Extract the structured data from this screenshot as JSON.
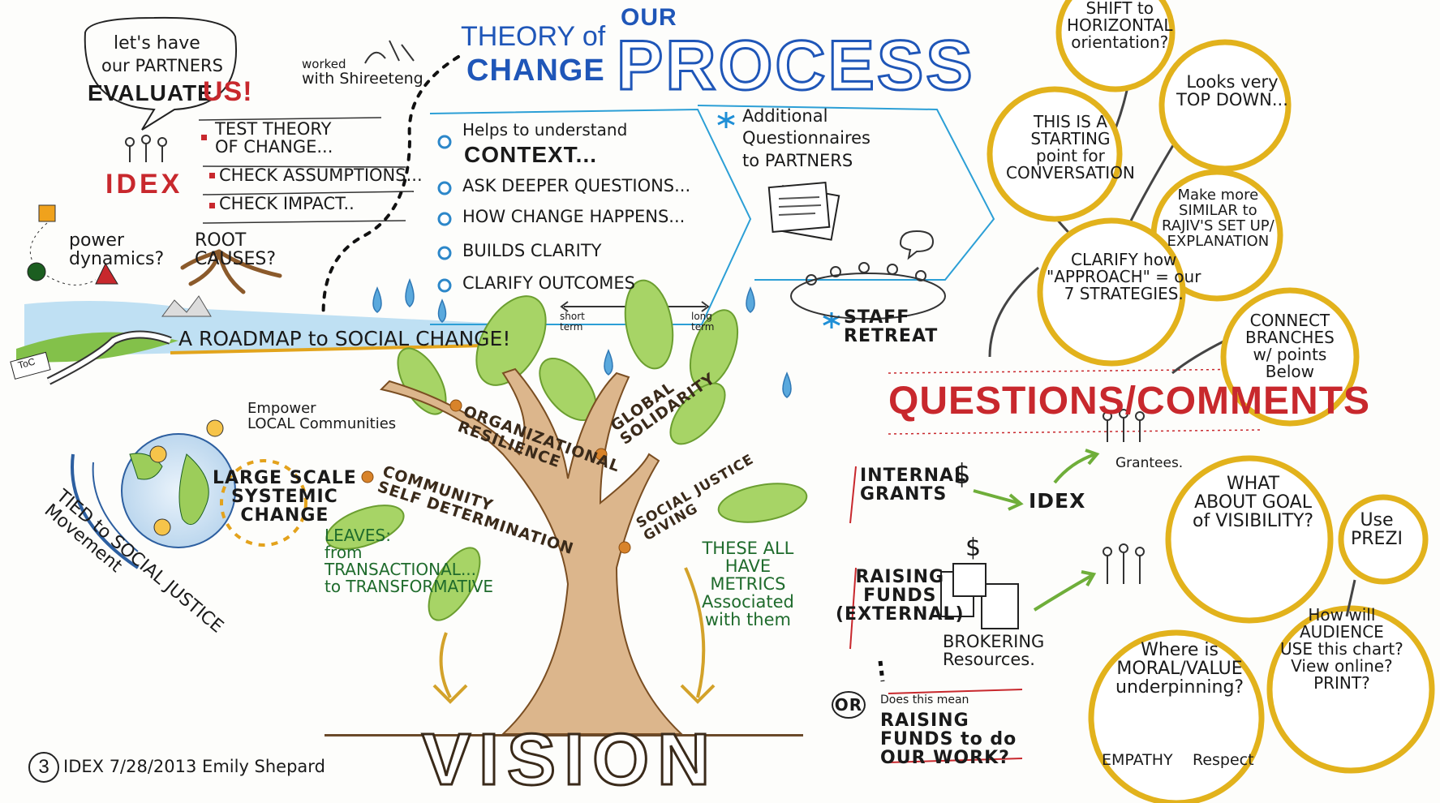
{
  "header": {
    "our": "OUR",
    "process": "PROCESS",
    "theory_of": "THEORY of",
    "change": "CHANGE",
    "worked_with_1": "worked",
    "worked_with_2": "with Shireeteng"
  },
  "evaluate": {
    "bubble_1": "let's have",
    "bubble_2": "our PARTNERS",
    "bubble_3": "EVALUATE",
    "bubble_us": "US!",
    "idex": "IDEX",
    "bullets": [
      "TEST THEORY\nOF CHANGE...",
      "CHECK ASSUMPTIONS...",
      "CHECK IMPACT.."
    ]
  },
  "power": {
    "power": "power\ndynamics?",
    "root": "ROOT\nCAUSES?"
  },
  "roadmap": {
    "label": "A ROADMAP to SOCIAL CHANGE!",
    "sign": "ToC"
  },
  "process_items": [
    {
      "line1": "Helps to understand",
      "line2": "CONTEXT..."
    },
    {
      "line1": "ASK DEEPER QUESTIONS..."
    },
    {
      "line1": "HOW CHANGE HAPPENS..."
    },
    {
      "line1": "BUILDS CLARITY"
    },
    {
      "line1": "CLARIFY OUTCOMES"
    }
  ],
  "timeline": {
    "short": "short\nterm",
    "long": "long\nterm"
  },
  "additional": {
    "text": "Additional\nQuestionnaires\nto PARTNERS"
  },
  "staff": {
    "text": "STAFF\nRETREAT"
  },
  "globe": {
    "empower": "Empower\nLOCAL Communities",
    "large": "LARGE SCALE\nSYSTEMIC\nCHANGE",
    "tied": "TIED to SOCIAL JUSTICE\nMovement"
  },
  "tree": {
    "branches": [
      "ORGANIZATIONAL\nRESILIENCE",
      "GLOBAL\nSOLIDARITY",
      "COMMUNITY\nSELF DETERMINATION",
      "SOCIAL JUSTICE\nGIVING"
    ],
    "leaves": "LEAVES:\nfrom\nTRANSACTIONAL...\nto TRANSFORMATIVE",
    "metrics": "THESE ALL\nHAVE\nMETRICS\nAssociated\nwith them",
    "vision": "VISION"
  },
  "credit": {
    "num": "3",
    "text": "IDEX 7/28/2013 Emily Shepard"
  },
  "questions": {
    "title": "QUESTIONS/COMMENTS",
    "internal": "INTERNAL\nGRANTS",
    "dollar": "$",
    "idex": "IDEX",
    "grantees": "Grantees.",
    "raising": "RAISING\nFUNDS\n(EXTERNAL)",
    "brokering": "BROKERING\nResources.",
    "or": "OR",
    "does": "Does this mean",
    "raising2": "RAISING\nFUNDS to do\nOUR WORK?"
  },
  "bubbles": [
    {
      "text": "SHIFT to\nHORIZONTAL\norientation?"
    },
    {
      "text": "Looks very\nTOP DOWN..."
    },
    {
      "text": "THIS IS A\nSTARTING\npoint for\nCONVERSATION"
    },
    {
      "text": "Make more\nSIMILAR to\nRAJIV'S SET UP/\nEXPLANATION"
    },
    {
      "text": "CLARIFY how\n\"APPROACH\" = our\n7 STRATEGIES."
    },
    {
      "text": "CONNECT\nBRANCHES\nw/ points\nBelow"
    },
    {
      "text": "WHAT\nABOUT GOAL\nof VISIBILITY?"
    },
    {
      "text": "Use\nPREZI"
    },
    {
      "text": "How will\nAUDIENCE\nUSE this chart?\nView online?\nPRINT?"
    },
    {
      "text": "Where is\nMORAL/VALUE\nunderpinning?"
    },
    {
      "text": "EMPATHY"
    },
    {
      "text": "Respect"
    }
  ],
  "colors": {
    "blue": "#1f56b8",
    "red": "#c8282d",
    "yellow": "#e2b21c",
    "green": "#7fbf3c",
    "trunk": "#d9b48a",
    "sky": "#2c87c9",
    "leaf": "#9ccd5a"
  }
}
